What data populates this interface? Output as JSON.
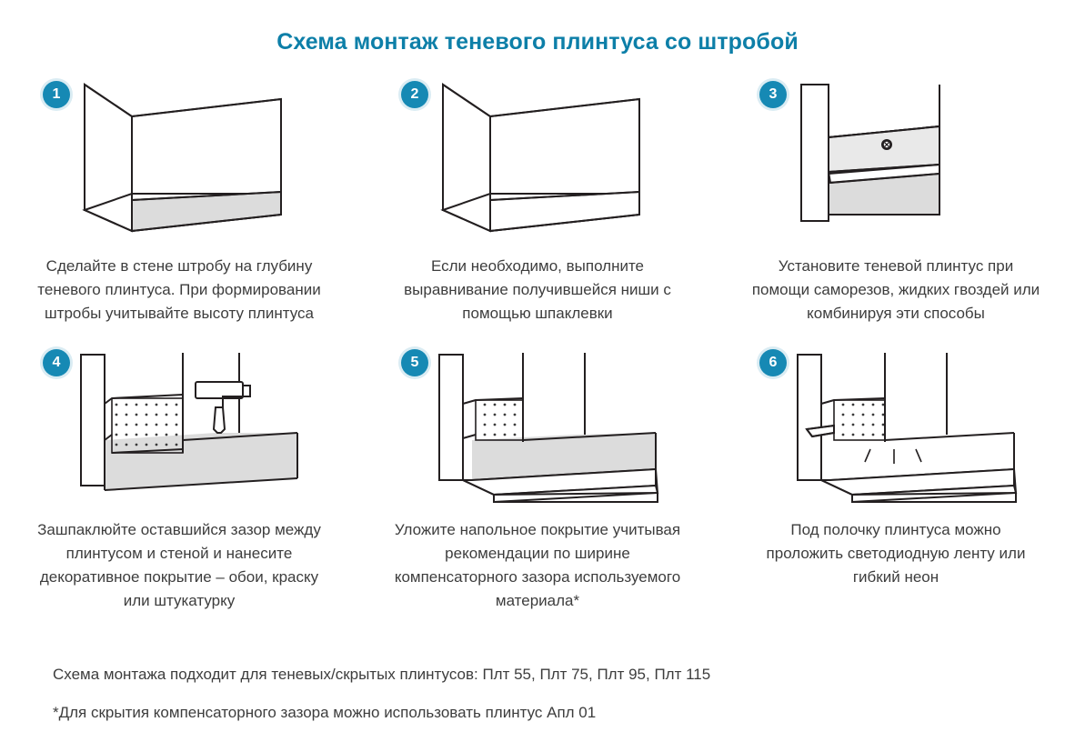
{
  "title": "Схема монтаж теневого плинтуса со штробой",
  "accent_color": "#0d7fa8",
  "badge_color": "#1689b4",
  "steps": [
    {
      "number": "1",
      "figure": "wall-niche-corner-grey-base",
      "caption": "Сделайте в стене штробу на глубину теневого плинтуса. При формировании штробы учитывайте высоту плинтуса"
    },
    {
      "number": "2",
      "figure": "wall-niche-corner-white-base",
      "caption": "Если необходимо, выполните выравнивание получившейся ниши с помощью шпаклевки"
    },
    {
      "number": "3",
      "figure": "skirting-with-screw",
      "caption": "Установите теневой плинтус при помощи саморезов, жидких гвоздей или комбинируя эти способы"
    },
    {
      "number": "4",
      "figure": "putty-and-paint-roller",
      "caption": "Зашпаклюйте оставшийся зазор  между плинтусом и стеной и нанесите декоративное покрытие – обои, краску или штукатурку"
    },
    {
      "number": "5",
      "figure": "floor-covering-laid",
      "caption": "Уложите напольное покрытие учитывая рекомендации по ширине компенсаторного зазора используемого материала*"
    },
    {
      "number": "6",
      "figure": "led-strip-under-shelf",
      "caption": "Под полочку плинтуса можно проложить светодиодную ленту или гибкий неон"
    }
  ],
  "footer": {
    "line1": "Схема монтажа подходит для теневых/скрытых плинтусов: Плт 55, Плт 75, Плт 95, Плт 115",
    "line2": "*Для скрытия компенсаторного зазора можно использовать плинтус Апл 01"
  }
}
